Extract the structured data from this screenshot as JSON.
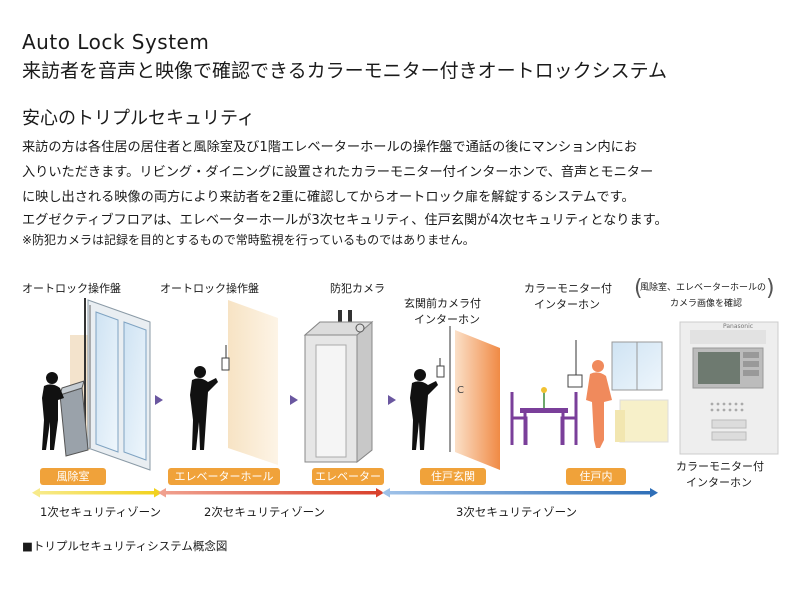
{
  "header": {
    "title_en": "Auto Lock System",
    "title_jp": "来訪者を音声と映像で確認できるカラーモニター付きオートロックシステム",
    "subtitle": "安心のトリプルセキュリティ"
  },
  "body": {
    "lines": [
      "来訪の方は各住居の居住者と風除室及び1階エレベーターホールの操作盤で通話の後にマンション内にお",
      "入りいただきます。リビング・ダイニングに設置されたカラーモニター付インターホンで、音声とモニター",
      "に映し出される映像の両方により来訪者を2重に確認してからオートロック扉を解錠するシステムです。",
      "エグゼクティブフロアは、エレベーターホールが3次セキュリティ、住戸玄関が4次セキュリティとなります。"
    ],
    "note": "※防犯カメラは記録を目的とするもので常時監視を行っているものではありません。"
  },
  "diagram": {
    "top_labels": {
      "panel1": "オートロック操作盤",
      "panel2": "オートロック操作盤",
      "camera": "防犯カメラ",
      "door_cam_1": "玄関前カメラ付",
      "door_cam_2": "インターホン",
      "monitor_1": "カラーモニター付",
      "monitor_2": "インターホン",
      "bubble_1": "風除室、エレベーターホールの",
      "bubble_2": "カメラ画像を確認"
    },
    "zones": [
      "風除室",
      "エレベーターホール",
      "エレベーター",
      "住戸玄関",
      "住戸内"
    ],
    "security_zones": [
      "1次セキュリティゾーン",
      "2次セキュリティゾーン",
      "3次セキュリティゾーン"
    ],
    "device": {
      "caption_1": "カラーモニター付",
      "caption_2": "インターホン",
      "brand": "Panasonic"
    },
    "caption": "■トリプルセキュリティシステム概念図",
    "colors": {
      "tag": "#f0a23a",
      "zone1": "#f2d21e",
      "zone2": "#d9412c",
      "zone3": "#2f6fb8",
      "arrow": "#6a57a0"
    }
  }
}
